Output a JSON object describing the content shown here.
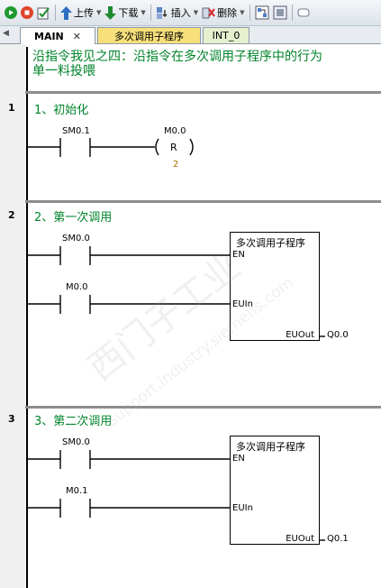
{
  "toolbar": {
    "upload_label": "上传",
    "download_label": "下载",
    "insert_label": "插入",
    "delete_label": "删除"
  },
  "tabs": [
    {
      "label": "MAIN",
      "active": true
    },
    {
      "label": "多次调用子程序",
      "color": "#f7e07a"
    },
    {
      "label": "INT_0",
      "color": "#e6f0cf"
    }
  ],
  "program": {
    "comment_line1": "沿指令我见之四：沿指令在多次调用子程序中的行为",
    "comment_line2": "单一料投喂",
    "networks": [
      {
        "number": "1",
        "title": "1、初始化",
        "contact": "SM0.1",
        "coil_operand": "M0.0",
        "coil_type": "R",
        "coil_count": "2"
      },
      {
        "number": "2",
        "title": "2、第一次调用",
        "contact_en": "SM0.0",
        "contact_in": "M0.0",
        "block_name": "多次调用子程序",
        "pin_en": "EN",
        "pin_in": "EUIn",
        "pin_out": "EUOut",
        "output": "Q0.0"
      },
      {
        "number": "3",
        "title": "3、第二次调用",
        "contact_en": "SM0.0",
        "contact_in": "M0.1",
        "block_name": "多次调用子程序",
        "pin_en": "EN",
        "pin_in": "EUIn",
        "pin_out": "EUOut",
        "output": "Q0.1"
      }
    ]
  },
  "colors": {
    "comment_green": "#00842b",
    "sub_tab": "#f7e07a",
    "int_tab": "#e6f0cf"
  }
}
